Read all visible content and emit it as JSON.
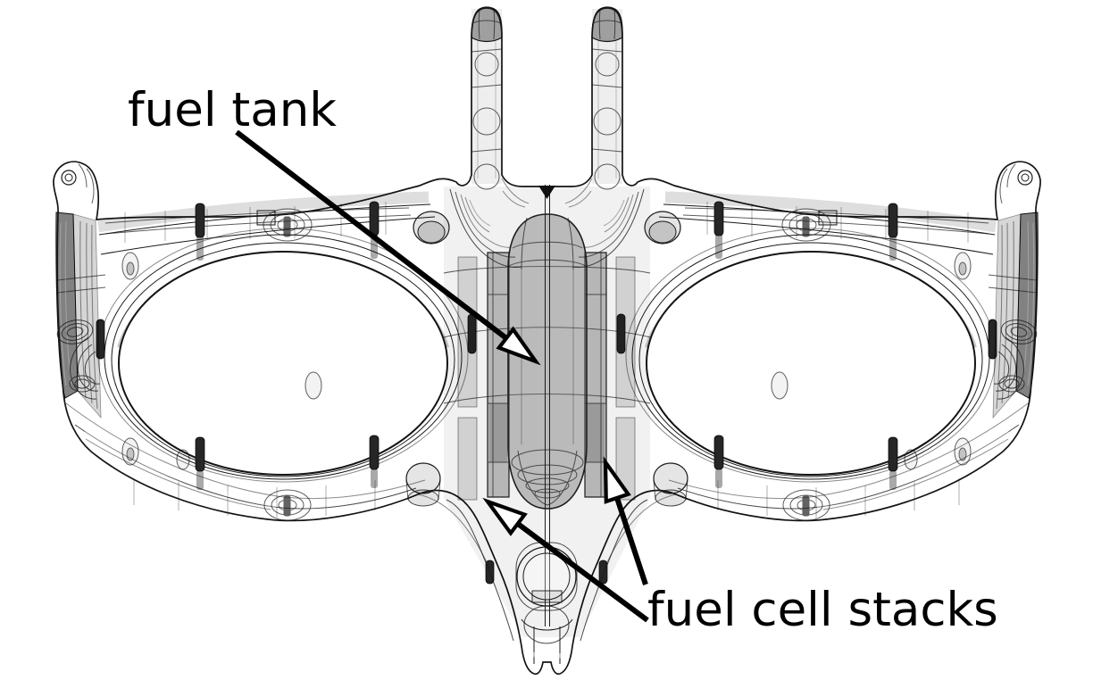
{
  "figure": {
    "description": "CAD wireframe front view of a blended-wing airframe internal layout",
    "background_color": "#ffffff",
    "body_color": "#c8c8c8",
    "line_color": "#1a1a1a",
    "annotation_color": "#000000",
    "annotations": [
      {
        "id": "fuel-tank",
        "label": "fuel tank"
      },
      {
        "id": "fuel-cell-stacks",
        "label": "fuel cell stacks"
      }
    ]
  }
}
